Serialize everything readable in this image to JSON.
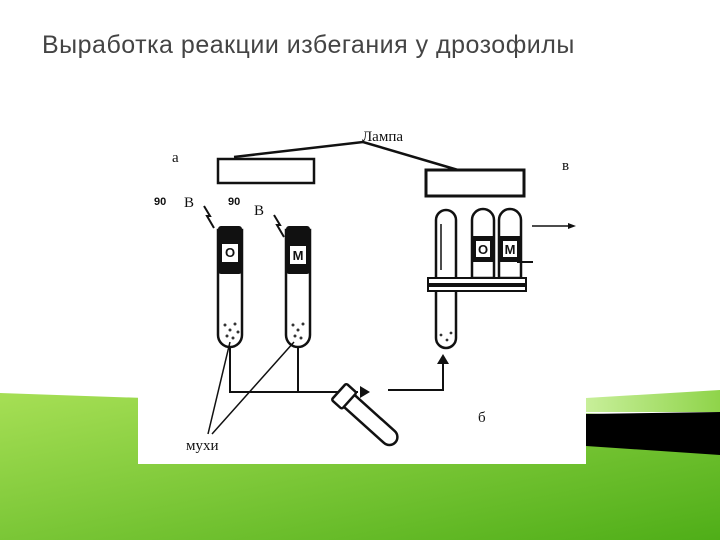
{
  "slide": {
    "title": "Выработка реакции избегания у дрозофилы"
  },
  "figure": {
    "label_a": "а",
    "label_b": "б",
    "label_v": "в",
    "lamp_label": "Лампа",
    "flies_label": "мухи",
    "tube1": {
      "number": "90",
      "letter": "В",
      "cap_letter": "О"
    },
    "tube2": {
      "number": "90",
      "letter": "В",
      "cap_letter": "М"
    },
    "rack_tube1_letter": "О",
    "rack_tube2_letter": "М"
  },
  "colors": {
    "green_light": "#9ad84a",
    "green_dark": "#3f9a12",
    "black_band": "#000000",
    "title_text": "#444444"
  }
}
